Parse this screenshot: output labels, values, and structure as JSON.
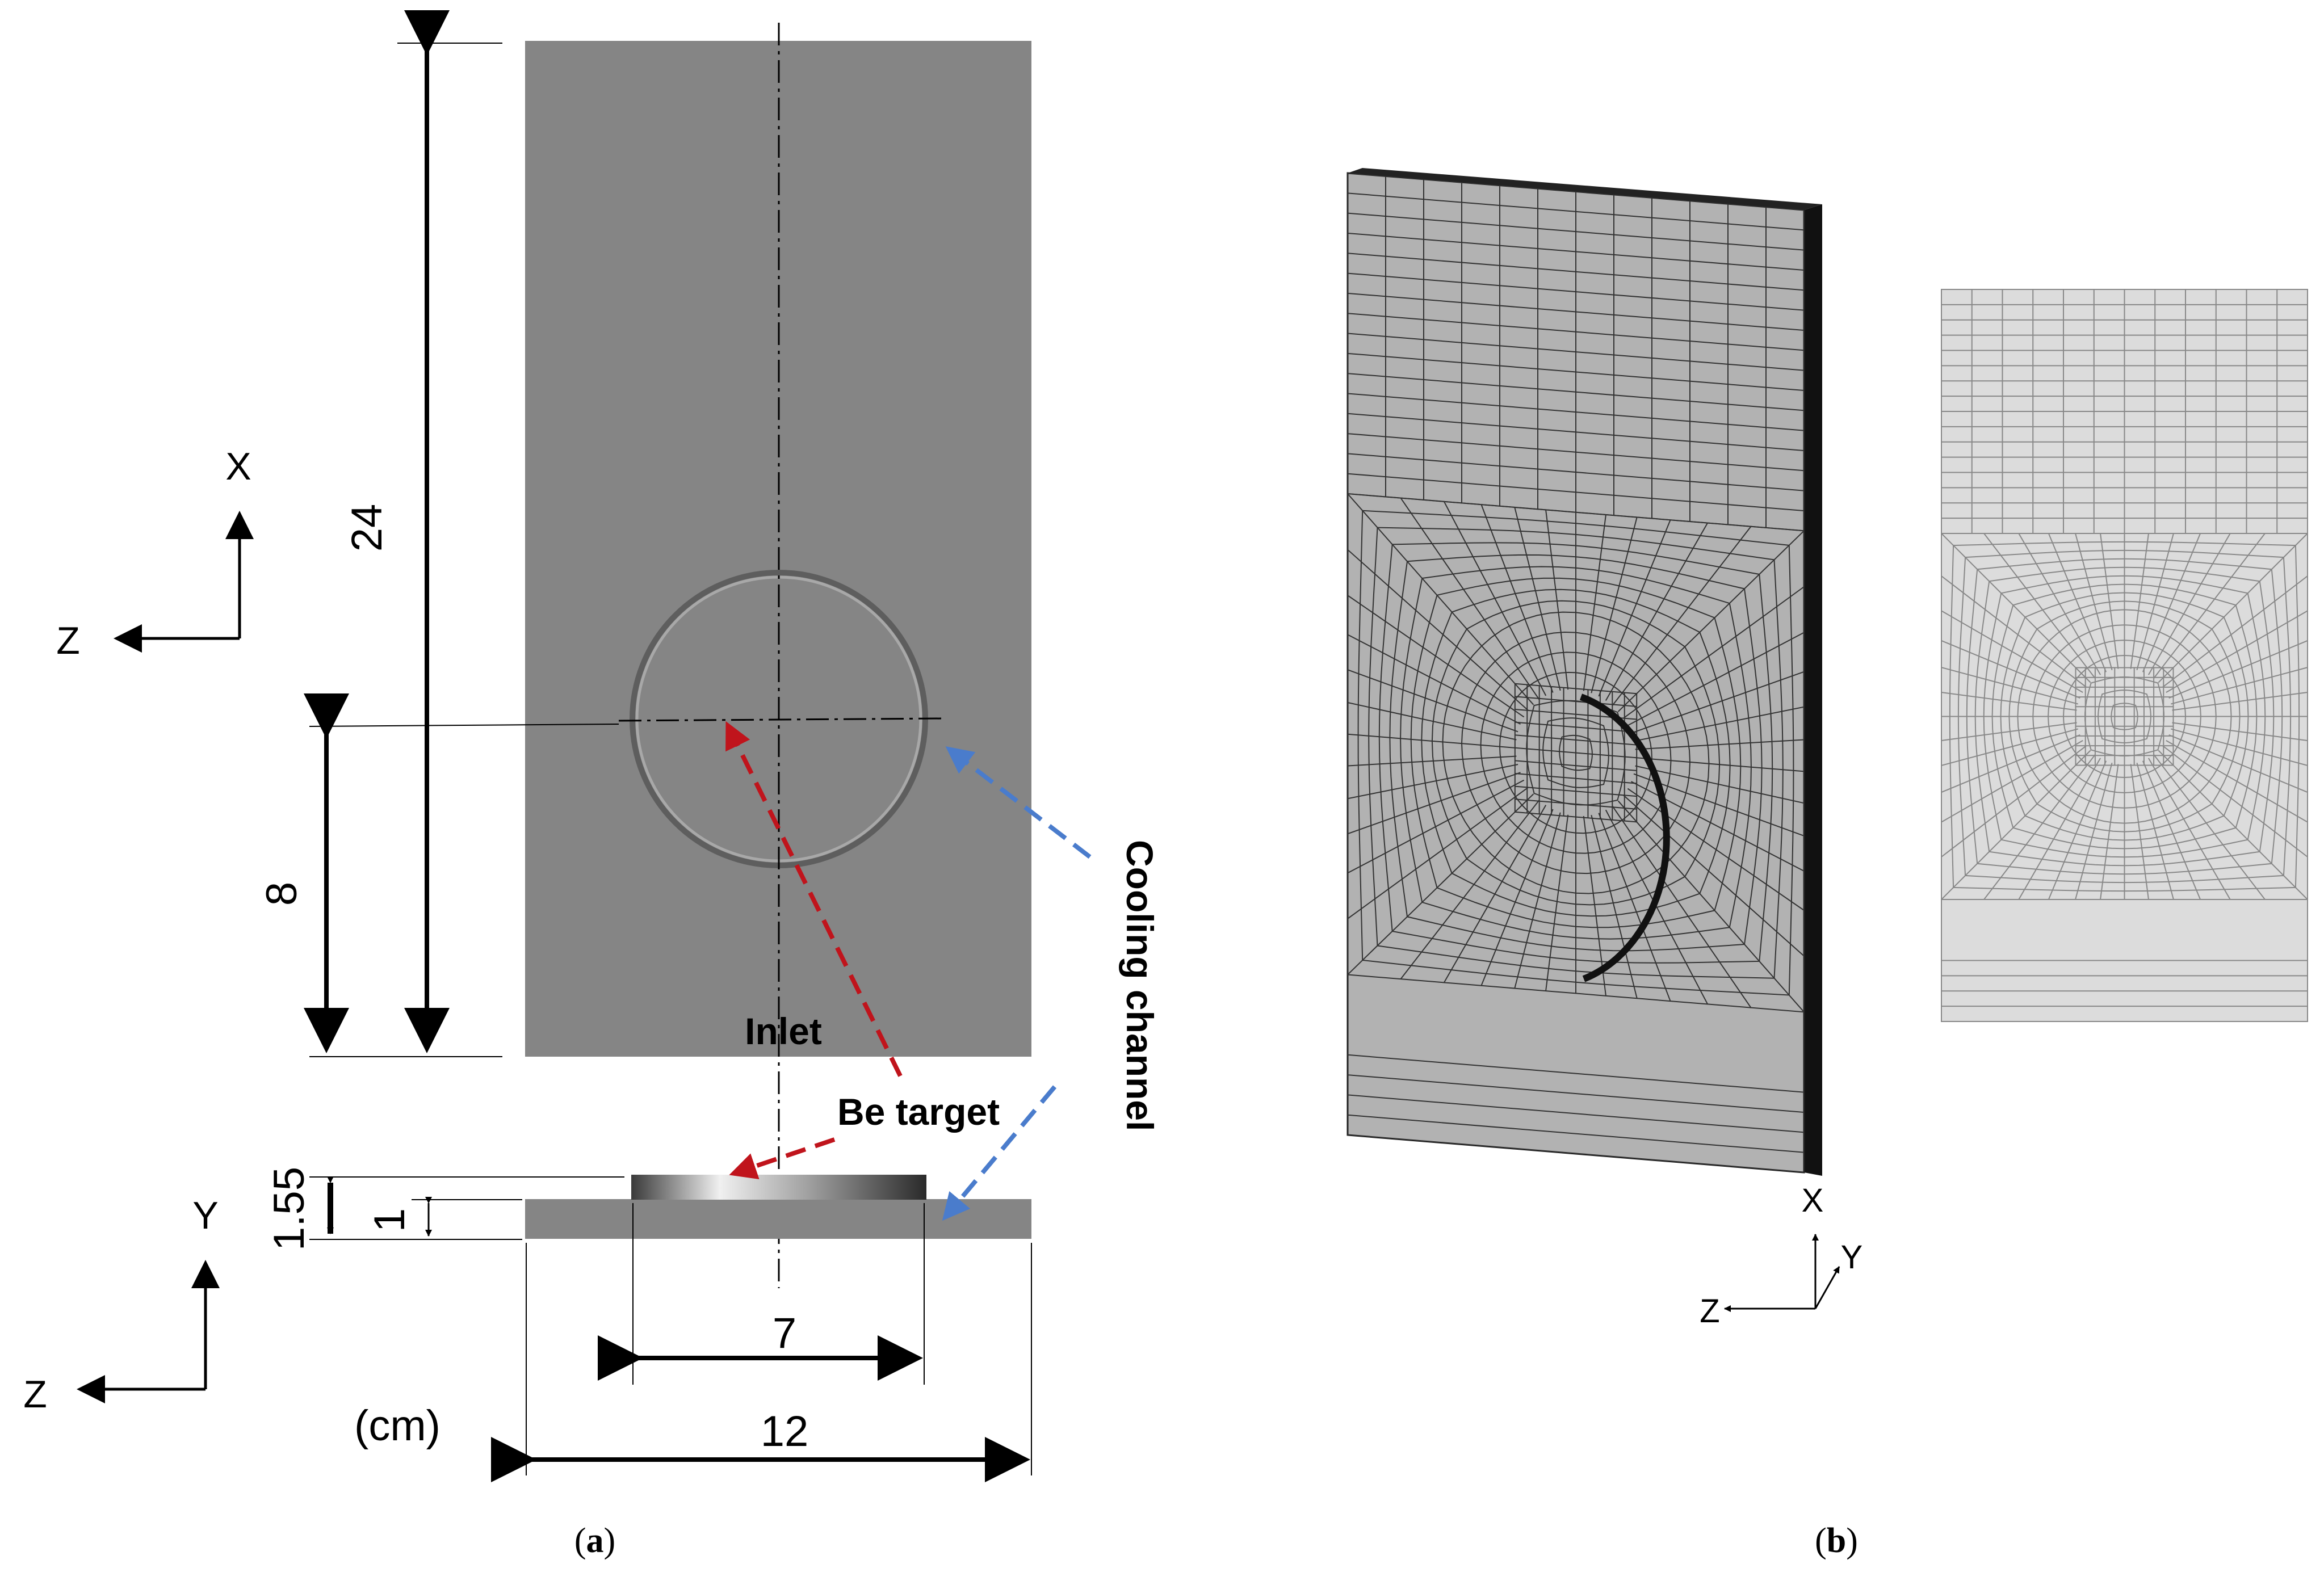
{
  "panel_a": {
    "x_axis_label": "X",
    "z_axis_label_top": "Z",
    "y_axis_label": "Y",
    "z_axis_label_bottom": "Z",
    "dim_length": "24",
    "dim_offset": "8",
    "dim_total_thickness": "1.55",
    "dim_plate_thickness": "1",
    "dim_target_diameter": "7",
    "dim_plate_width": "12",
    "unit": "(cm)",
    "label_inlet": "Inlet",
    "label_be_target": "Be target",
    "label_cooling_channel": "Cooling channel",
    "caption_open": "(",
    "caption_letter": "a",
    "caption_close": ")"
  },
  "panel_b": {
    "x_axis_label": "X",
    "y_axis_label": "Y",
    "z_axis_label": "Z",
    "caption_open": "(",
    "caption_letter": "b",
    "caption_close": ")"
  },
  "colors": {
    "plate": "#858585",
    "mesh_fill": "#b2b2b2",
    "mesh_fill_light": "#dcdcdc",
    "red_arrow": "#c0141c",
    "blue_arrow": "#4a7ccc"
  }
}
